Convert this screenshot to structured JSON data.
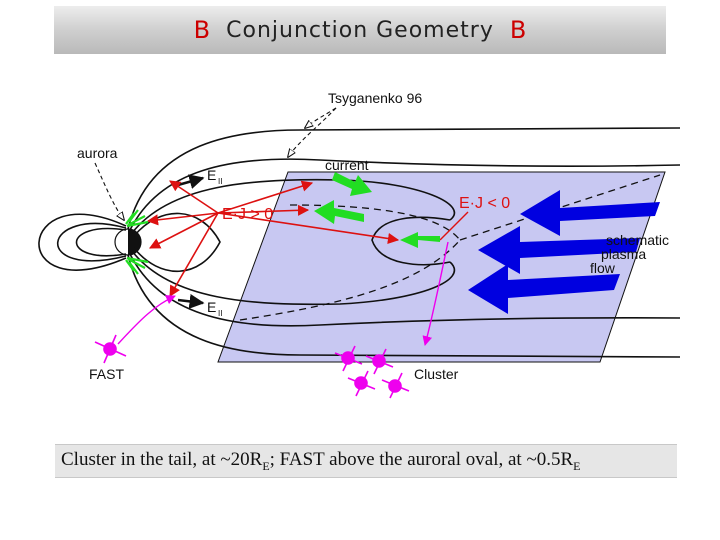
{
  "header": {
    "title": "Conjunction Geometry",
    "bullet_glyph": "B"
  },
  "diagram": {
    "labels": {
      "model": "Tsyganenko 96",
      "aurora": "aurora",
      "current": "current",
      "e_parallel_top": "E",
      "e_parallel_bottom": "E",
      "ej_positive": "E·J > 0",
      "ej_negative": "E·J < 0",
      "schematic_1": "schematic",
      "schematic_2": "plasma",
      "schematic_3": "flow",
      "fast": "FAST",
      "cluster": "Cluster"
    },
    "colors": {
      "plane_fill": "#c8c8f2",
      "plasma_flow": "#0000e0",
      "current_arrows": "#22dd22",
      "field_arrows": "#dd1111",
      "spacecraft": "#ee00ee",
      "field_lines": "#111111"
    }
  },
  "caption": {
    "part1": "Cluster in the tail, at ~20R",
    "sub1": "E",
    "part2": "; FAST above the auroral oval, at ~0.5R",
    "sub2": "E"
  }
}
